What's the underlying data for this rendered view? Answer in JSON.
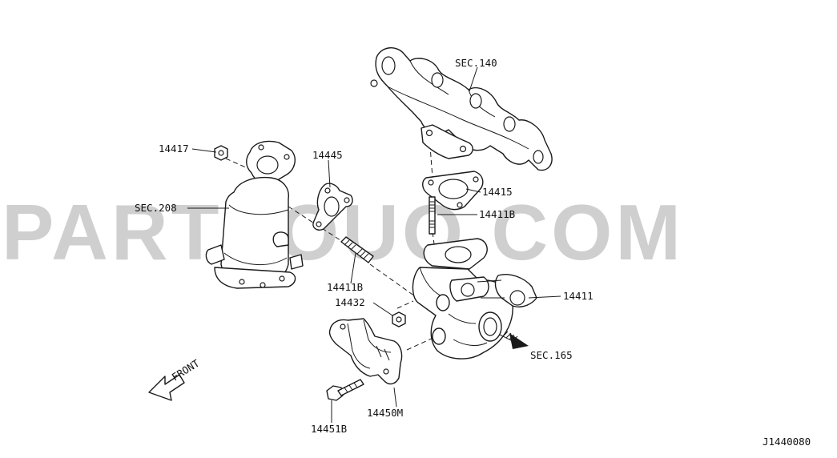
{
  "watermark": "PARTSOUQ.COM",
  "diagram_id": "J1440080",
  "direction": {
    "label": "FRONT",
    "icon": "front-arrow-icon"
  },
  "labels": {
    "sec140": "SEC.140",
    "p14417": "14417",
    "p14445": "14445",
    "sec208": "SEC.208",
    "p14415": "14415",
    "p14411B_a": "14411B",
    "p14411B_b": "14411B",
    "p14411": "14411",
    "p14432": "14432",
    "sec165": "SEC.165",
    "p14450M": "14450M",
    "p14451B": "14451B"
  },
  "colors": {
    "line": "#1a1a1a",
    "watermark": "#cfcfcf",
    "background": "#ffffff"
  }
}
